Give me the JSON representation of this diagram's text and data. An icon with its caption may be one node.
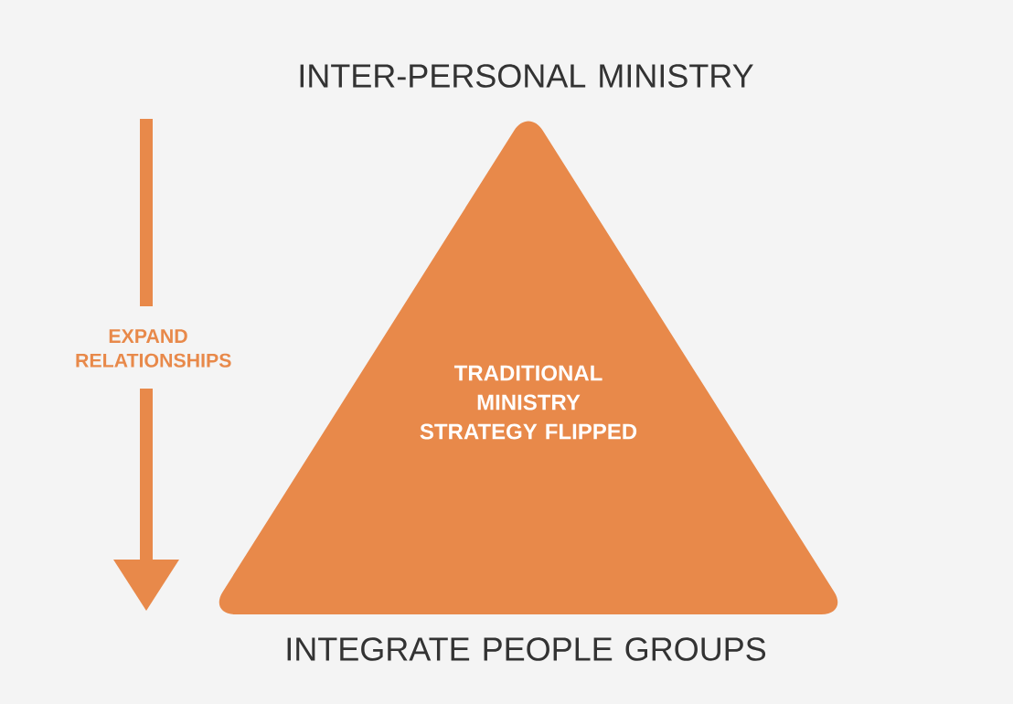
{
  "diagram": {
    "nodes": [
      {
        "text": [
          "TRADITIONAL MINISTRY STRATEGY FLIPPED"
        ]
      }
    ],
    "labels": [
      "INTER-PERSONAL MINISTRY",
      "EXPAND RELATIONSHIPS",
      "INTEGRATE PEOPLE GROUPS"
    ]
  }
}
